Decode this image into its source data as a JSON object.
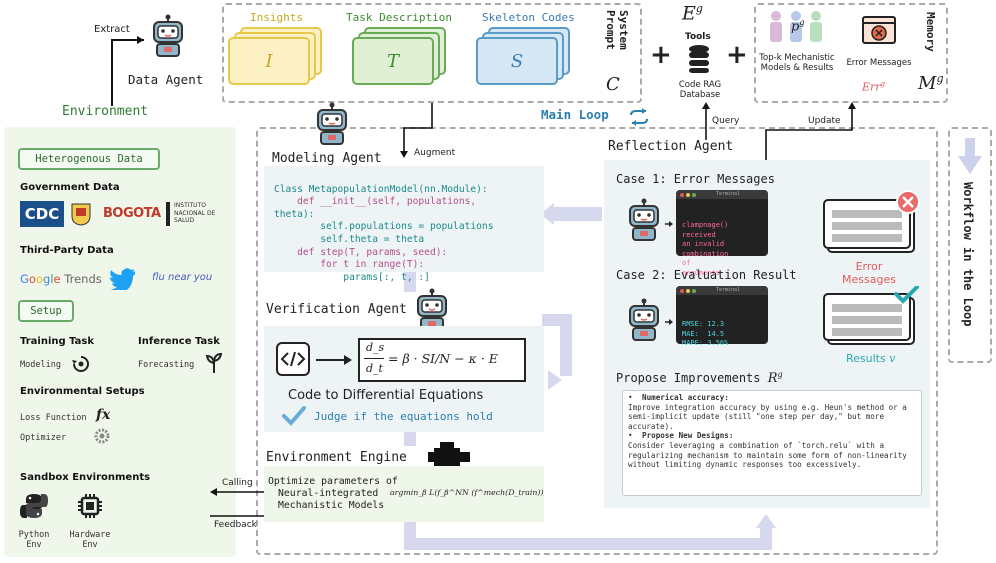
{
  "top": {
    "extract_label": "Extract",
    "data_agent_label": "Data Agent",
    "environment_label": "Environment",
    "insights_label": "Insights",
    "insights_letter": "I",
    "task_label": "Task Description",
    "task_letter": "T",
    "skeleton_label": "Skeleton Codes",
    "skeleton_letter": "S",
    "system_prompt_label": "System Prompt",
    "system_prompt_symbol": "C",
    "eg_symbol": "E",
    "eg_sup": "g",
    "tools_label": "Tools",
    "code_rag_label": "Code RAG Database",
    "memory_label": "Memory",
    "pg_symbol": "p",
    "pg_sup": "g",
    "topk_label": "Top-k Mechanistic Models & Results",
    "error_messages_label": "Error Messages",
    "err_symbol": "Err",
    "err_sup": "g",
    "mg_symbol": "M",
    "mg_sup": "g"
  },
  "loop": {
    "main_loop_label": "Main Loop",
    "query_label": "Query",
    "update_label": "Update",
    "augment_label": "Augment",
    "workflow_label": "Workflow in the Loop"
  },
  "sidebar": {
    "heterogenous_title": "Heterogenous Data",
    "government_title": "Government Data",
    "gov_logos": [
      "CDC",
      "BOGOTA",
      "INSTITUTO NACIONAL DE SALUD"
    ],
    "third_party_title": "Third-Party Data",
    "google_trends": "Google Trends",
    "flu_near_you": "flu near you",
    "setup_title": "Setup",
    "training_task_title": "Training Task",
    "inference_task_title": "Inference Task",
    "modeling_label": "Modeling",
    "forecasting_label": "Forecasting",
    "env_setups_title": "Environmental Setups",
    "loss_function_label": "Loss Function",
    "optimizer_label": "Optimizer",
    "sandbox_title": "Sandbox Environments",
    "python_env_label": "Python Env",
    "hardware_env_label": "Hardware Env"
  },
  "modeling": {
    "title": "Modeling Agent",
    "code_lines": [
      "Class MetapopulationModel(nn.Module):",
      "    def __init__(self, populations,",
      "theta):",
      "        self.populations = populations",
      "        self.theta = theta",
      "    def step(T, params, seed):",
      "        for t in range(T):",
      "            params[:, t, :]"
    ]
  },
  "verification": {
    "title": "Verification Agent",
    "equation_lhs_num": "d_s",
    "equation_lhs_den": "d_t",
    "equation_rhs": "= β · SI/N − κ · E",
    "code_to_de_label": "Code to Differential Equations",
    "judge_label": "Judge if the equations hold"
  },
  "engine": {
    "title": "Environment Engine",
    "optimize_line1": "Optimize parameters of",
    "optimize_line2": "Neural-integrated",
    "optimize_line3": "Mechanistic Models",
    "formula": "argmin_β L(f_β^NN (f^mech(D_train)), y)",
    "calling_label": "Calling",
    "feedback_label": "Feedback"
  },
  "reflection": {
    "title": "Reflection Agent",
    "case1_title": "Case 1: Error Messages",
    "terminal_title": "Terminal",
    "error_terminal_lines": [
      "clampnage()",
      "received",
      "an invalid",
      "combination",
      "of",
      "arguments"
    ],
    "error_messages_label": "Error\nMessages",
    "case2_title": "Case 2: Evaluation Result",
    "eval_terminal_lines": [
      "RMSE: 12.3",
      "MAE:  14.5",
      "MAPE: 3.56%"
    ],
    "results_label": "Results",
    "results_symbol": "v",
    "propose_title": "Propose Improvements",
    "propose_symbol": "R",
    "propose_sup": "g",
    "bullet1_title": "Numerical accuracy:",
    "bullet1_text": "Improve integration accuracy by using e.g. Heun's method or a semi-implicit update (still \"one step per day,\" but more accurate).",
    "bullet2_title": "Propose New Designs:",
    "bullet2_text": "Consider leveraging a combination of `torch.relu` with a regularizing mechanism to maintain some form of non-linearity without limiting dynamic responses too excessively."
  },
  "colors": {
    "insights": "#e8c84a",
    "task": "#6aab5a",
    "skeleton": "#5a9bc8",
    "sidebar_bg": "#eef7ea",
    "panel_bg": "#eef4f6",
    "flow_arrow": "#d6d8ee",
    "error_red": "#e05a5a",
    "result_teal": "#2aa8b0"
  }
}
